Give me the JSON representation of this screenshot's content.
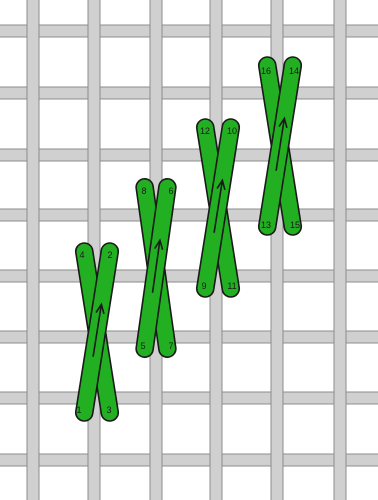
{
  "colors": {
    "background": "#ffffff",
    "thread_fill": "#d0d0d0",
    "thread_edge": "#8c8c8c",
    "stitch_fill": "#22b022",
    "stitch_edge": "#1a1a1a",
    "arrow": "#1a1a1a"
  },
  "stitches": [
    {
      "labels": [
        "1",
        "2",
        "3",
        "4"
      ]
    },
    {
      "labels": [
        "5",
        "6",
        "7",
        "8"
      ]
    },
    {
      "labels": [
        "9",
        "10",
        "11",
        "12"
      ]
    },
    {
      "labels": [
        "13",
        "14",
        "15",
        "16"
      ]
    }
  ]
}
